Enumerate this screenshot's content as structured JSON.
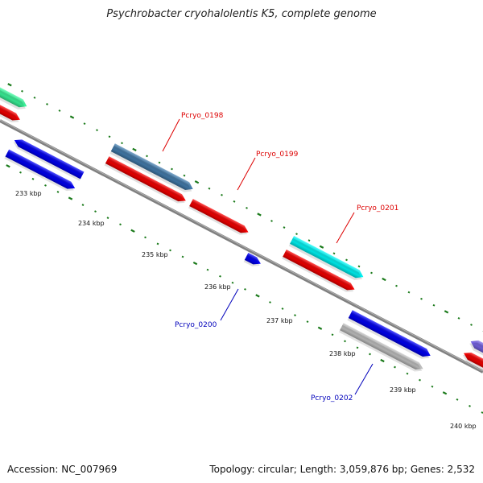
{
  "title": "Psychrobacter cryohalolentis K5, complete genome",
  "footer": {
    "accession": "Accession: NC_007969",
    "summary": "Topology: circular; Length: 3,059,876 bp; Genes: 2,532"
  },
  "ticks": [
    "233 kbp",
    "234 kbp",
    "235 kbp",
    "236 kbp",
    "237 kbp",
    "238 kbp",
    "239 kbp",
    "240 kbp"
  ],
  "genes": [
    {
      "name": "Pcryo_0198",
      "color": "#4682b4",
      "label_color": "#dd0000"
    },
    {
      "name": "Pcryo_0199",
      "color": "#ff0000",
      "label_color": "#dd0000"
    },
    {
      "name": "Pcryo_0200",
      "color": "#0000ff",
      "label_color": "#0000bb"
    },
    {
      "name": "Pcryo_0201",
      "color": "#00ffff",
      "label_color": "#dd0000"
    },
    {
      "name": "Pcryo_0202",
      "color": "#c8c8c8",
      "label_color": "#0000bb"
    }
  ],
  "colors": {
    "backbone": "#808080",
    "ticks": "#1a7a1a",
    "cog_green": "#3cffa0",
    "cog_purple": "#7b68ee",
    "red": "#ff0000",
    "blue": "#0000ff"
  }
}
